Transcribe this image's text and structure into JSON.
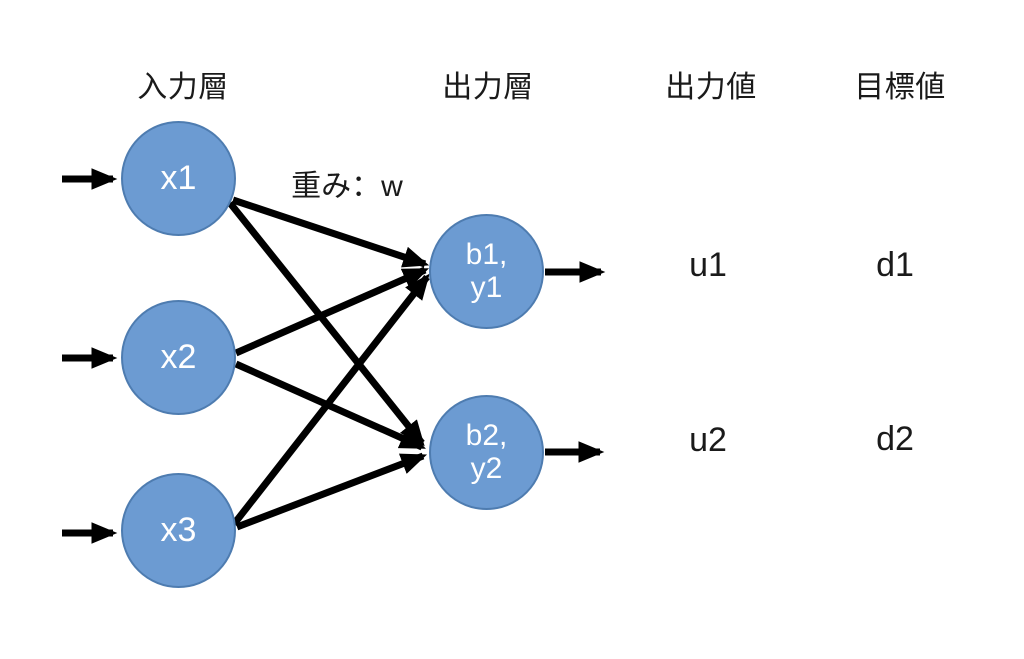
{
  "headers": {
    "input_layer": "入力層",
    "output_layer": "出力層",
    "output_value": "出力値",
    "target_value": "目標値"
  },
  "weight_label": "重み：w",
  "nodes": {
    "inputs": [
      {
        "label": "x1"
      },
      {
        "label": "x2"
      },
      {
        "label": "x3"
      }
    ],
    "outputs": [
      {
        "line1": "b1,",
        "line2": "y1"
      },
      {
        "line1": "b2,",
        "line2": "y2"
      }
    ]
  },
  "values": {
    "outputs": [
      "u1",
      "u2"
    ],
    "targets": [
      "d1",
      "d2"
    ]
  },
  "colors": {
    "node_fill": "#6C9BD2",
    "node_border": "#4E7CB0",
    "arrow": "#000000",
    "text": "#1A1A1A",
    "node_text": "#FFFFFF"
  }
}
